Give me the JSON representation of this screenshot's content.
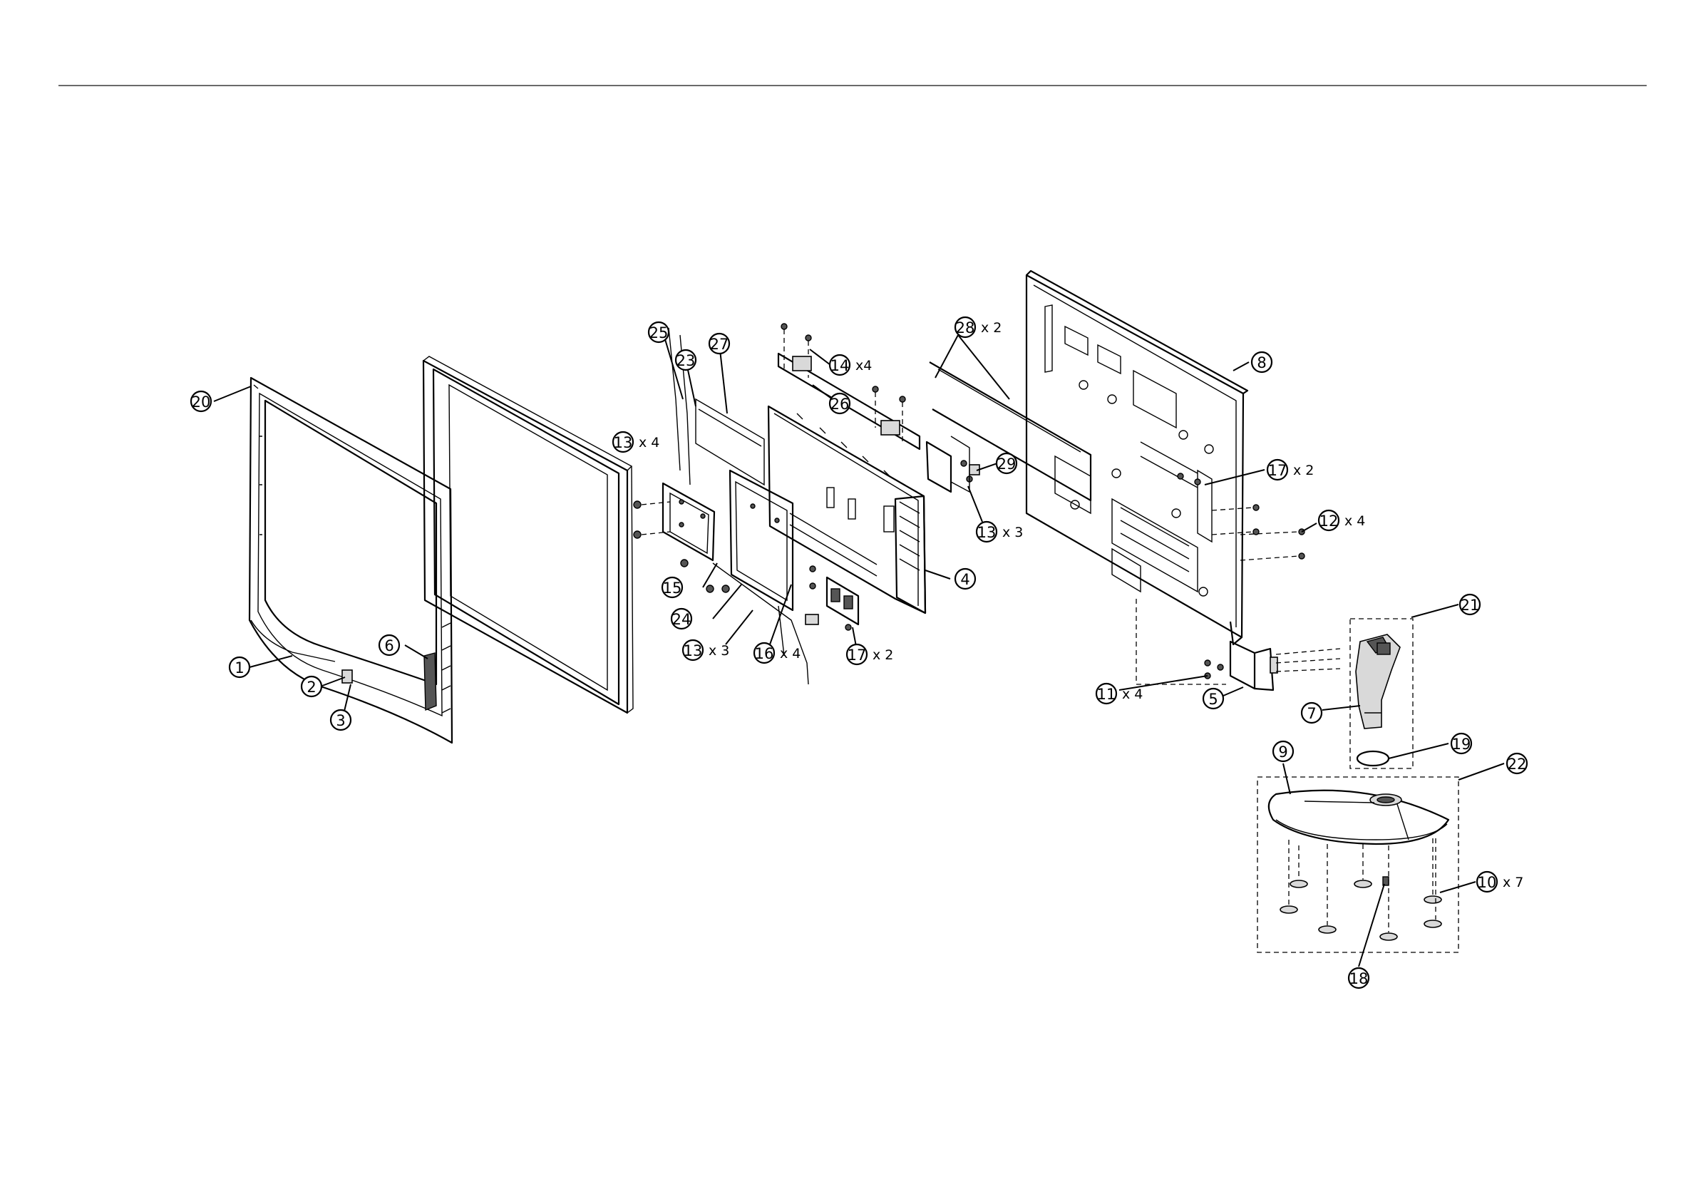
{
  "callouts": [
    {
      "id": "c20",
      "label": "20",
      "qty": ""
    },
    {
      "id": "c1",
      "label": "1",
      "qty": ""
    },
    {
      "id": "c2",
      "label": "2",
      "qty": ""
    },
    {
      "id": "c3",
      "label": "3",
      "qty": ""
    },
    {
      "id": "c6",
      "label": "6",
      "qty": ""
    },
    {
      "id": "c25",
      "label": "25",
      "qty": ""
    },
    {
      "id": "c23",
      "label": "23",
      "qty": ""
    },
    {
      "id": "c27",
      "label": "27",
      "qty": ""
    },
    {
      "id": "c13a",
      "label": "13",
      "qty": "x 4"
    },
    {
      "id": "c15",
      "label": "15",
      "qty": ""
    },
    {
      "id": "c24",
      "label": "24",
      "qty": ""
    },
    {
      "id": "c13b",
      "label": "13",
      "qty": "x 3"
    },
    {
      "id": "c16",
      "label": "16",
      "qty": "x 4"
    },
    {
      "id": "c17a",
      "label": "17",
      "qty": "x 2"
    },
    {
      "id": "c14",
      "label": "14",
      "qty": "x4"
    },
    {
      "id": "c26",
      "label": "26",
      "qty": ""
    },
    {
      "id": "c4",
      "label": "4",
      "qty": ""
    },
    {
      "id": "c28",
      "label": "28",
      "qty": "x 2"
    },
    {
      "id": "c29",
      "label": "29",
      "qty": ""
    },
    {
      "id": "c13c",
      "label": "13",
      "qty": "x 3"
    },
    {
      "id": "c8",
      "label": "8",
      "qty": ""
    },
    {
      "id": "c17b",
      "label": "17",
      "qty": "x 2"
    },
    {
      "id": "c12",
      "label": "12",
      "qty": "x 4"
    },
    {
      "id": "c21",
      "label": "21",
      "qty": ""
    },
    {
      "id": "c7",
      "label": "7",
      "qty": ""
    },
    {
      "id": "c11",
      "label": "11",
      "qty": "x 4"
    },
    {
      "id": "c5",
      "label": "5",
      "qty": ""
    },
    {
      "id": "c19",
      "label": "19",
      "qty": ""
    },
    {
      "id": "c22",
      "label": "22",
      "qty": ""
    },
    {
      "id": "c9",
      "label": "9",
      "qty": ""
    },
    {
      "id": "c10",
      "label": "10",
      "qty": "x 7"
    },
    {
      "id": "c18",
      "label": "18",
      "qty": ""
    }
  ]
}
